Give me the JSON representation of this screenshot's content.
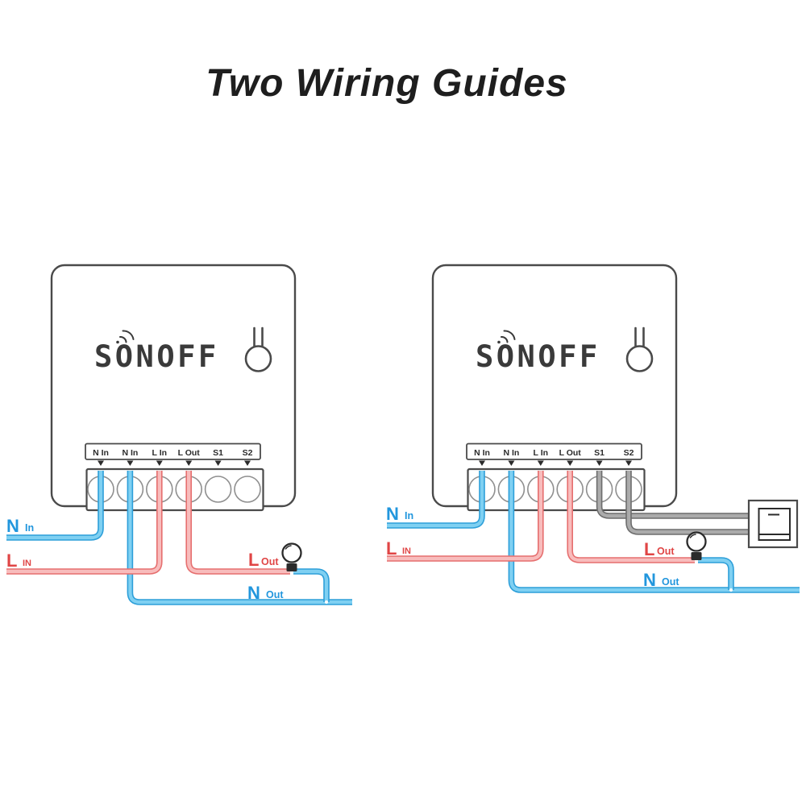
{
  "title": "Two Wiring Guides",
  "colors": {
    "device_outline": "#4a4a4a",
    "logo": "#3a3a3a",
    "terminal_text": "#2b2b2b",
    "circle_outline": "#8f8f8f",
    "wire_blue_casing": "#2d9fd9",
    "wire_blue_core": "#7fd0f2",
    "wire_red_casing": "#e66f6f",
    "wire_red_core": "#f8bcbc",
    "wire_gray_casing": "#6d6d6d",
    "wire_gray_core": "#ababab",
    "label_blue": "#2196dd",
    "label_red": "#e04545",
    "bulb_outline": "#2b2b2b"
  },
  "diagrams": [
    {
      "logo": "SONOFF",
      "terminals": [
        "N In",
        "N In",
        "L In",
        "L Out",
        "S1",
        "S2"
      ],
      "wire_labels": {
        "n_in": {
          "letter": "N",
          "word": "In"
        },
        "l_in": {
          "letter": "L",
          "word": "IN"
        },
        "l_out": {
          "letter": "L",
          "word": "Out"
        },
        "n_out": {
          "letter": "N",
          "word": "Out"
        }
      }
    },
    {
      "logo": "SONOFF",
      "terminals": [
        "N In",
        "N In",
        "L In",
        "L Out",
        "S1",
        "S2"
      ],
      "wire_labels": {
        "n_in": {
          "letter": "N",
          "word": "In"
        },
        "l_in": {
          "letter": "L",
          "word": "IN"
        },
        "l_out": {
          "letter": "L",
          "word": "Out"
        },
        "n_out": {
          "letter": "N",
          "word": "Out"
        }
      }
    }
  ]
}
